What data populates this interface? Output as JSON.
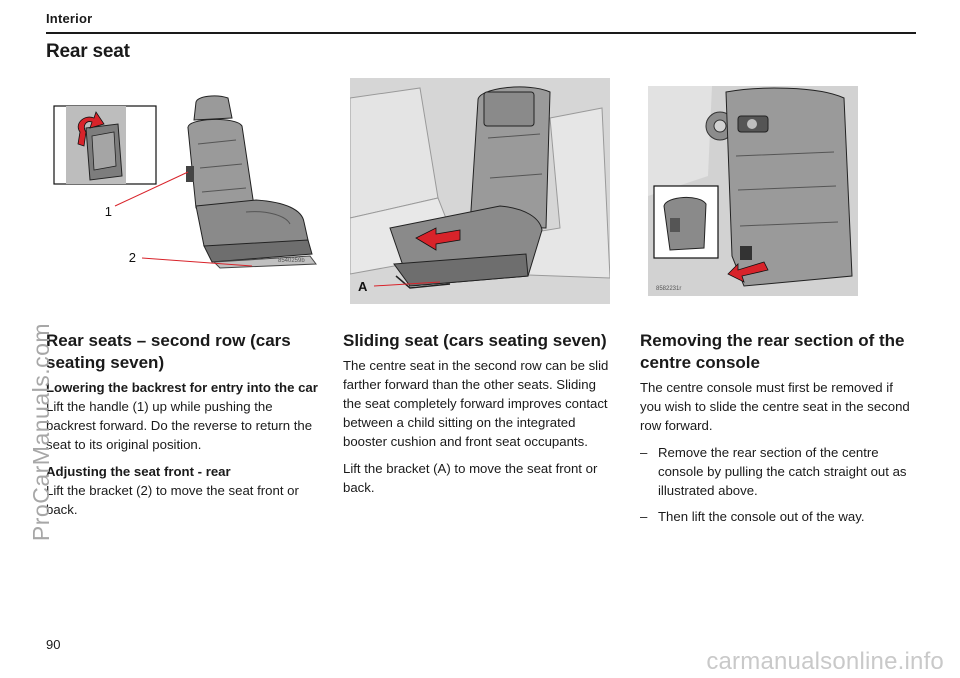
{
  "header": {
    "section": "Interior",
    "title": "Rear seat"
  },
  "figures": {
    "fig1": {
      "callout_1": "1",
      "callout_2": "2",
      "code": "8540259b"
    },
    "fig2": {
      "callout_a": "A"
    },
    "fig3": {
      "code": "8582231r"
    }
  },
  "columns": {
    "left": {
      "heading": "Rear seats – second row (cars seating seven)",
      "sub1": "Lowering the backrest for entry into the car",
      "para1": "Lift the handle (1) up while pushing the backrest forward. Do the reverse to return the seat to its original position.",
      "sub2": "Adjusting the seat front - rear",
      "para2": "Lift the bracket (2) to move the seat front or back."
    },
    "middle": {
      "heading": "Sliding seat (cars seating seven)",
      "para1": "The centre seat in the second row can be slid farther forward than the other seats. Sliding the seat completely forward improves contact between a child sitting on the integrated booster cushion and front seat occupants.",
      "para2": "Lift the bracket (A) to move the seat front or back."
    },
    "right": {
      "heading": "Removing the rear section of the centre console",
      "para1": "The centre console must first be removed if you wish to slide the centre seat in the second row forward.",
      "bullets": [
        "Remove the rear section of the centre console by pulling the catch straight out as illustrated above.",
        "Then lift the console out of the way."
      ],
      "bullet_marker": "–"
    }
  },
  "footer": {
    "page_number": "90",
    "watermark_left": "ProCarManuals.com",
    "watermark_bottom": "carmanualsonline.info"
  },
  "colors": {
    "seat_fill": "#9a9a9a",
    "seat_dark": "#6e6e6e",
    "photo_bg": "#d2d2d2",
    "arrow_red": "#d8232a",
    "callout_line": "#d8232a"
  }
}
